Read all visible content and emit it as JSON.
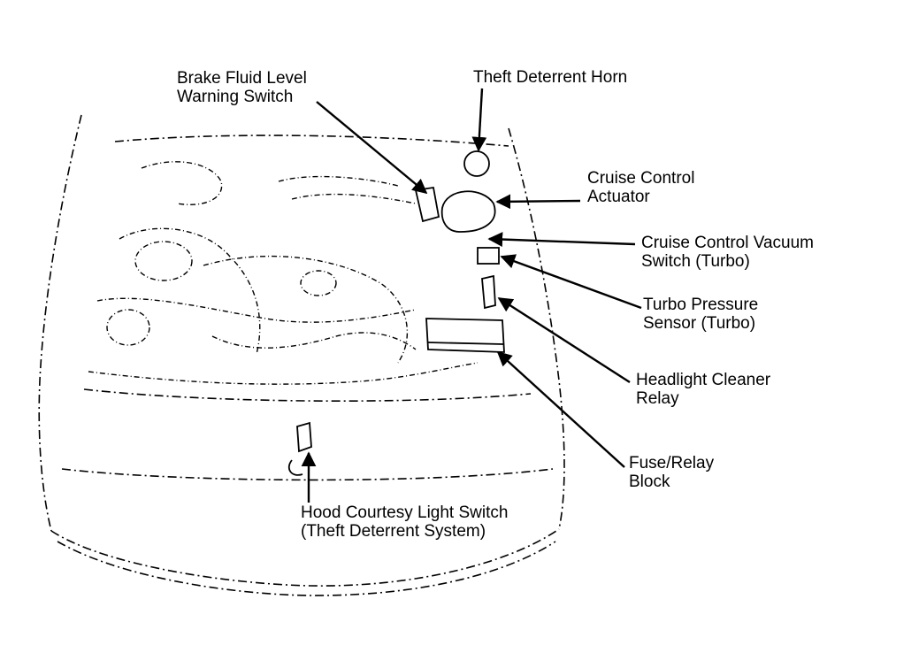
{
  "diagram": {
    "ink_color": "#000000",
    "background_color": "#ffffff",
    "subject": "engine-compartment-line-drawing",
    "callouts": [
      {
        "id": "brake-fluid",
        "lines": [
          "Brake Fluid Level",
          "Warning Switch"
        ]
      },
      {
        "id": "theft-horn",
        "lines": [
          "Theft Deterrent Horn"
        ]
      },
      {
        "id": "cruise-actuator",
        "lines": [
          "Cruise Control",
          "Actuator"
        ]
      },
      {
        "id": "cruise-vacuum",
        "lines": [
          "Cruise Control Vacuum",
          "Switch (Turbo)"
        ]
      },
      {
        "id": "turbo-pressure",
        "lines": [
          "Turbo Pressure",
          "Sensor (Turbo)"
        ]
      },
      {
        "id": "headlight-relay",
        "lines": [
          "Headlight Cleaner",
          "Relay"
        ]
      },
      {
        "id": "fuse-relay",
        "lines": [
          "Fuse/Relay",
          "Block"
        ]
      },
      {
        "id": "hood-switch",
        "lines": [
          "Hood Courtesy Light Switch",
          "(Theft Deterrent System)"
        ]
      }
    ]
  }
}
